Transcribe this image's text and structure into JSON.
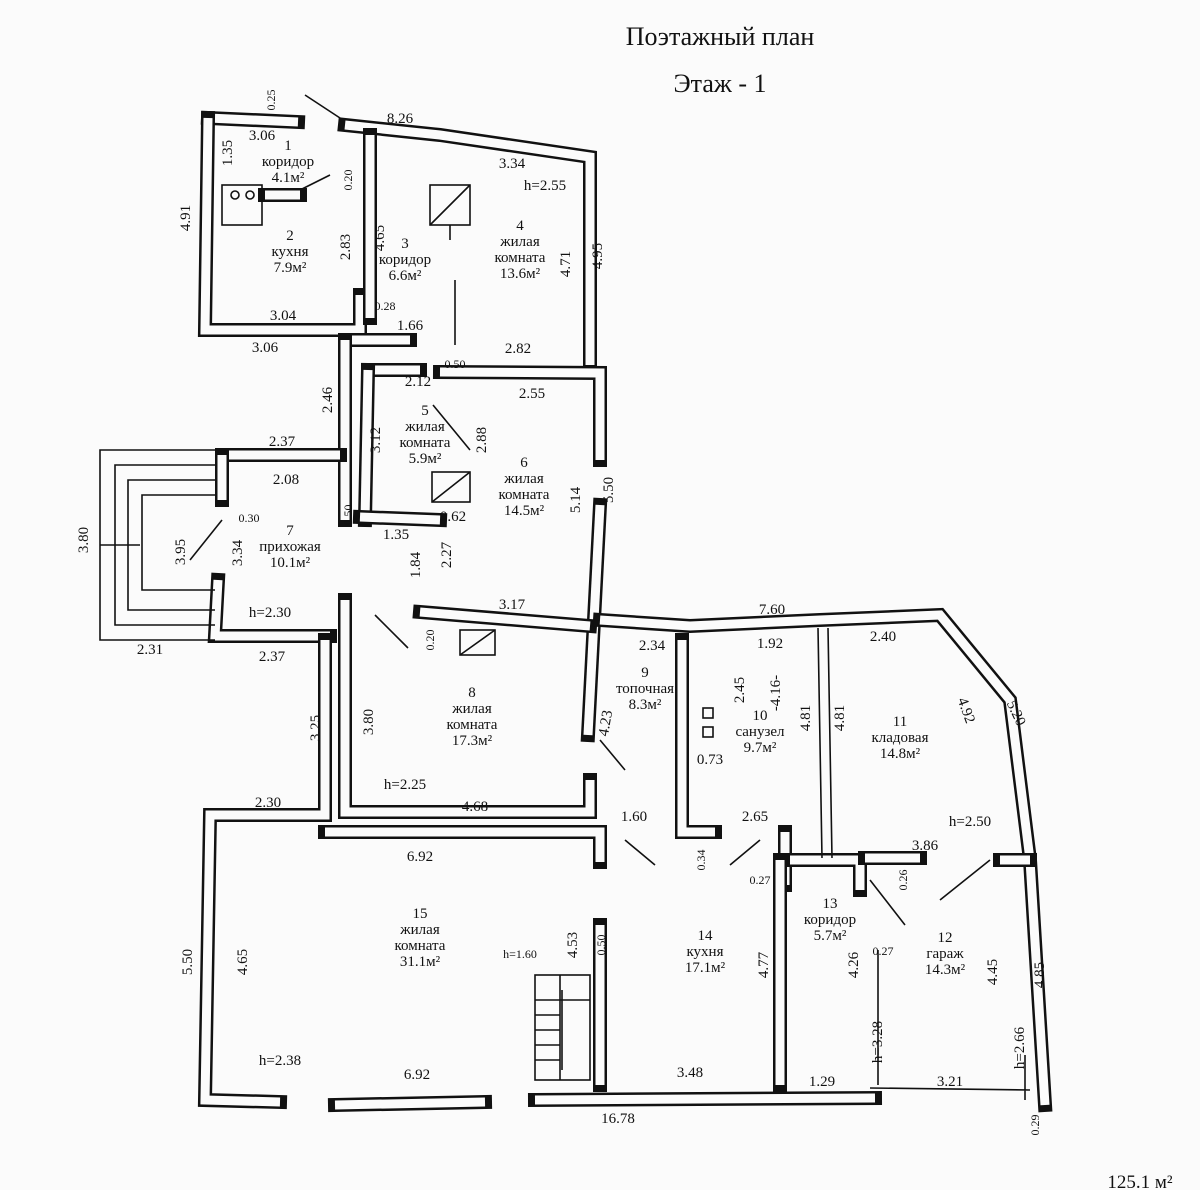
{
  "header": {
    "title": "Поэтажный план",
    "floor": "Этаж  - 1"
  },
  "rooms": [
    {
      "number": "1",
      "name": "коридор",
      "area": "4.1м²"
    },
    {
      "number": "2",
      "name": "кухня",
      "area": "7.9м²"
    },
    {
      "number": "3",
      "name": "коридор",
      "area": "6.6м²"
    },
    {
      "number": "4",
      "name": "жилая",
      "name2": "комната",
      "area": "13.6м²"
    },
    {
      "number": "5",
      "name": "жилая",
      "name2": "комната",
      "area": "5.9м²"
    },
    {
      "number": "6",
      "name": "жилая",
      "name2": "комната",
      "area": "14.5м²"
    },
    {
      "number": "7",
      "name": "прихожая",
      "area": "10.1м²"
    },
    {
      "number": "8",
      "name": "жилая",
      "name2": "комната",
      "area": "17.3м²"
    },
    {
      "number": "9",
      "name": "топочная",
      "area": "8.3м²"
    },
    {
      "number": "10",
      "name": "санузел",
      "area": "9.7м²"
    },
    {
      "number": "11",
      "name": "кладовая",
      "area": "14.8м²"
    },
    {
      "number": "12",
      "name": "гараж",
      "area": "14.3м²"
    },
    {
      "number": "13",
      "name": "коридор",
      "area": "5.7м²"
    },
    {
      "number": "14",
      "name": "кухня",
      "area": "17.1м²"
    },
    {
      "number": "15",
      "name": "жилая",
      "name2": "комната",
      "area": "31.1м²"
    }
  ],
  "dimensions": [
    "0.25",
    "8.26",
    "3.06",
    "1.35",
    "0.20",
    "3.34",
    "h=2.55",
    "4.91",
    "4.65",
    "2.83",
    "4.71",
    "4.95",
    "0.28",
    "3.04",
    "1.66",
    "3.06",
    "0.50",
    "2.82",
    "2.12",
    "2.55",
    "2.46",
    "3.12",
    "2.88",
    "2.37",
    "2.08",
    "5.14",
    "5.50",
    "0.30",
    "0.50",
    "0.62",
    "1.35",
    "3.80",
    "3.95",
    "3.34",
    "2.27",
    "1.84",
    "h=2.30",
    "3.17",
    "7.60",
    "2.34",
    "1.92",
    "2.40",
    "2.31",
    "2.37",
    "0.20",
    "2.45",
    "-4.16-",
    "5.20",
    "4.92",
    "3.25",
    "3.80",
    "4.23",
    "4.81",
    "4.81",
    "0.73",
    "h=2.25",
    "4.68",
    "2.30",
    "h=2.50",
    "1.60",
    "2.65",
    "3.86",
    "6.92",
    "0.34",
    "0.27",
    "0.26",
    "0.50",
    "h=1.60",
    "4.53",
    "0.27",
    "5.50",
    "4.65",
    "4.77",
    "4.26",
    "4.45",
    "4.85",
    "h=3.28",
    "h=2.66",
    "h=2.38",
    "6.92",
    "3.48",
    "1.29",
    "3.21",
    "16.78",
    "0.29"
  ],
  "total_area": "125.1 м²"
}
